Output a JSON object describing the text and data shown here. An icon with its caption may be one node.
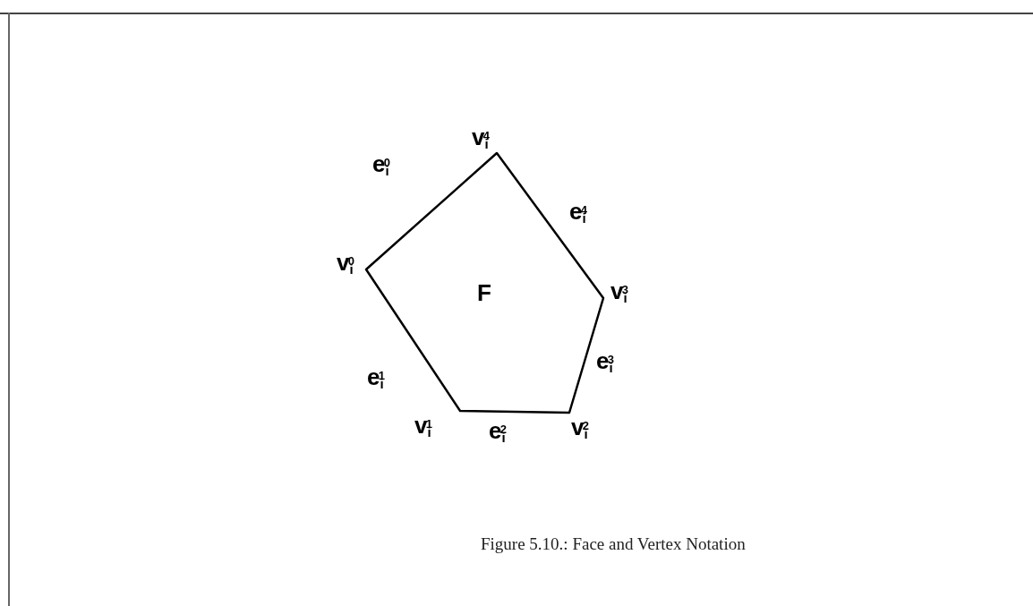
{
  "diagram": {
    "caption": "Figure 5.10.: Face and Vertex Notation",
    "nodes": [
      {
        "text": [
          "F"
        ]
      }
    ],
    "labels": [
      "v$_{i}$$^{4}$",
      "e$_{i}$$^{0}$",
      "e$_{i}$$^{4}$",
      "v$_{i}$$^{0}$",
      "v$_{i}$$^{3}$",
      "e$_{i}$$^{3}$",
      "e$_{i}$$^{1}$",
      "v$_{i}$$^{1}$",
      "e$_{i}$$^{2}$",
      "v$_{i}$$^{2}$"
    ]
  }
}
